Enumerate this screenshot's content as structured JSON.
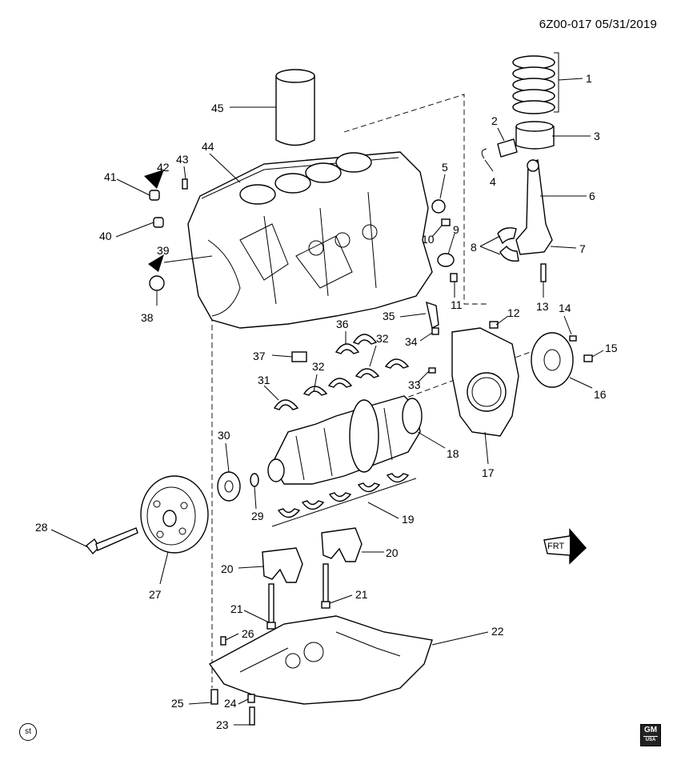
{
  "header": {
    "code": "6Z00-017",
    "date": "05/31/2019"
  },
  "callouts": [
    "1",
    "2",
    "3",
    "4",
    "5",
    "6",
    "7",
    "8",
    "9",
    "10",
    "11",
    "12",
    "13",
    "14",
    "15",
    "16",
    "17",
    "18",
    "19",
    "20",
    "20",
    "21",
    "21",
    "22",
    "23",
    "24",
    "25",
    "26",
    "27",
    "28",
    "29",
    "30",
    "31",
    "32",
    "32",
    "33",
    "34",
    "35",
    "36",
    "37",
    "38",
    "39",
    "40",
    "41",
    "42",
    "43",
    "44",
    "45"
  ],
  "frt_label": "FRT",
  "st_label": "st",
  "gm_logo": {
    "text": "GM",
    "sub": "USA"
  }
}
